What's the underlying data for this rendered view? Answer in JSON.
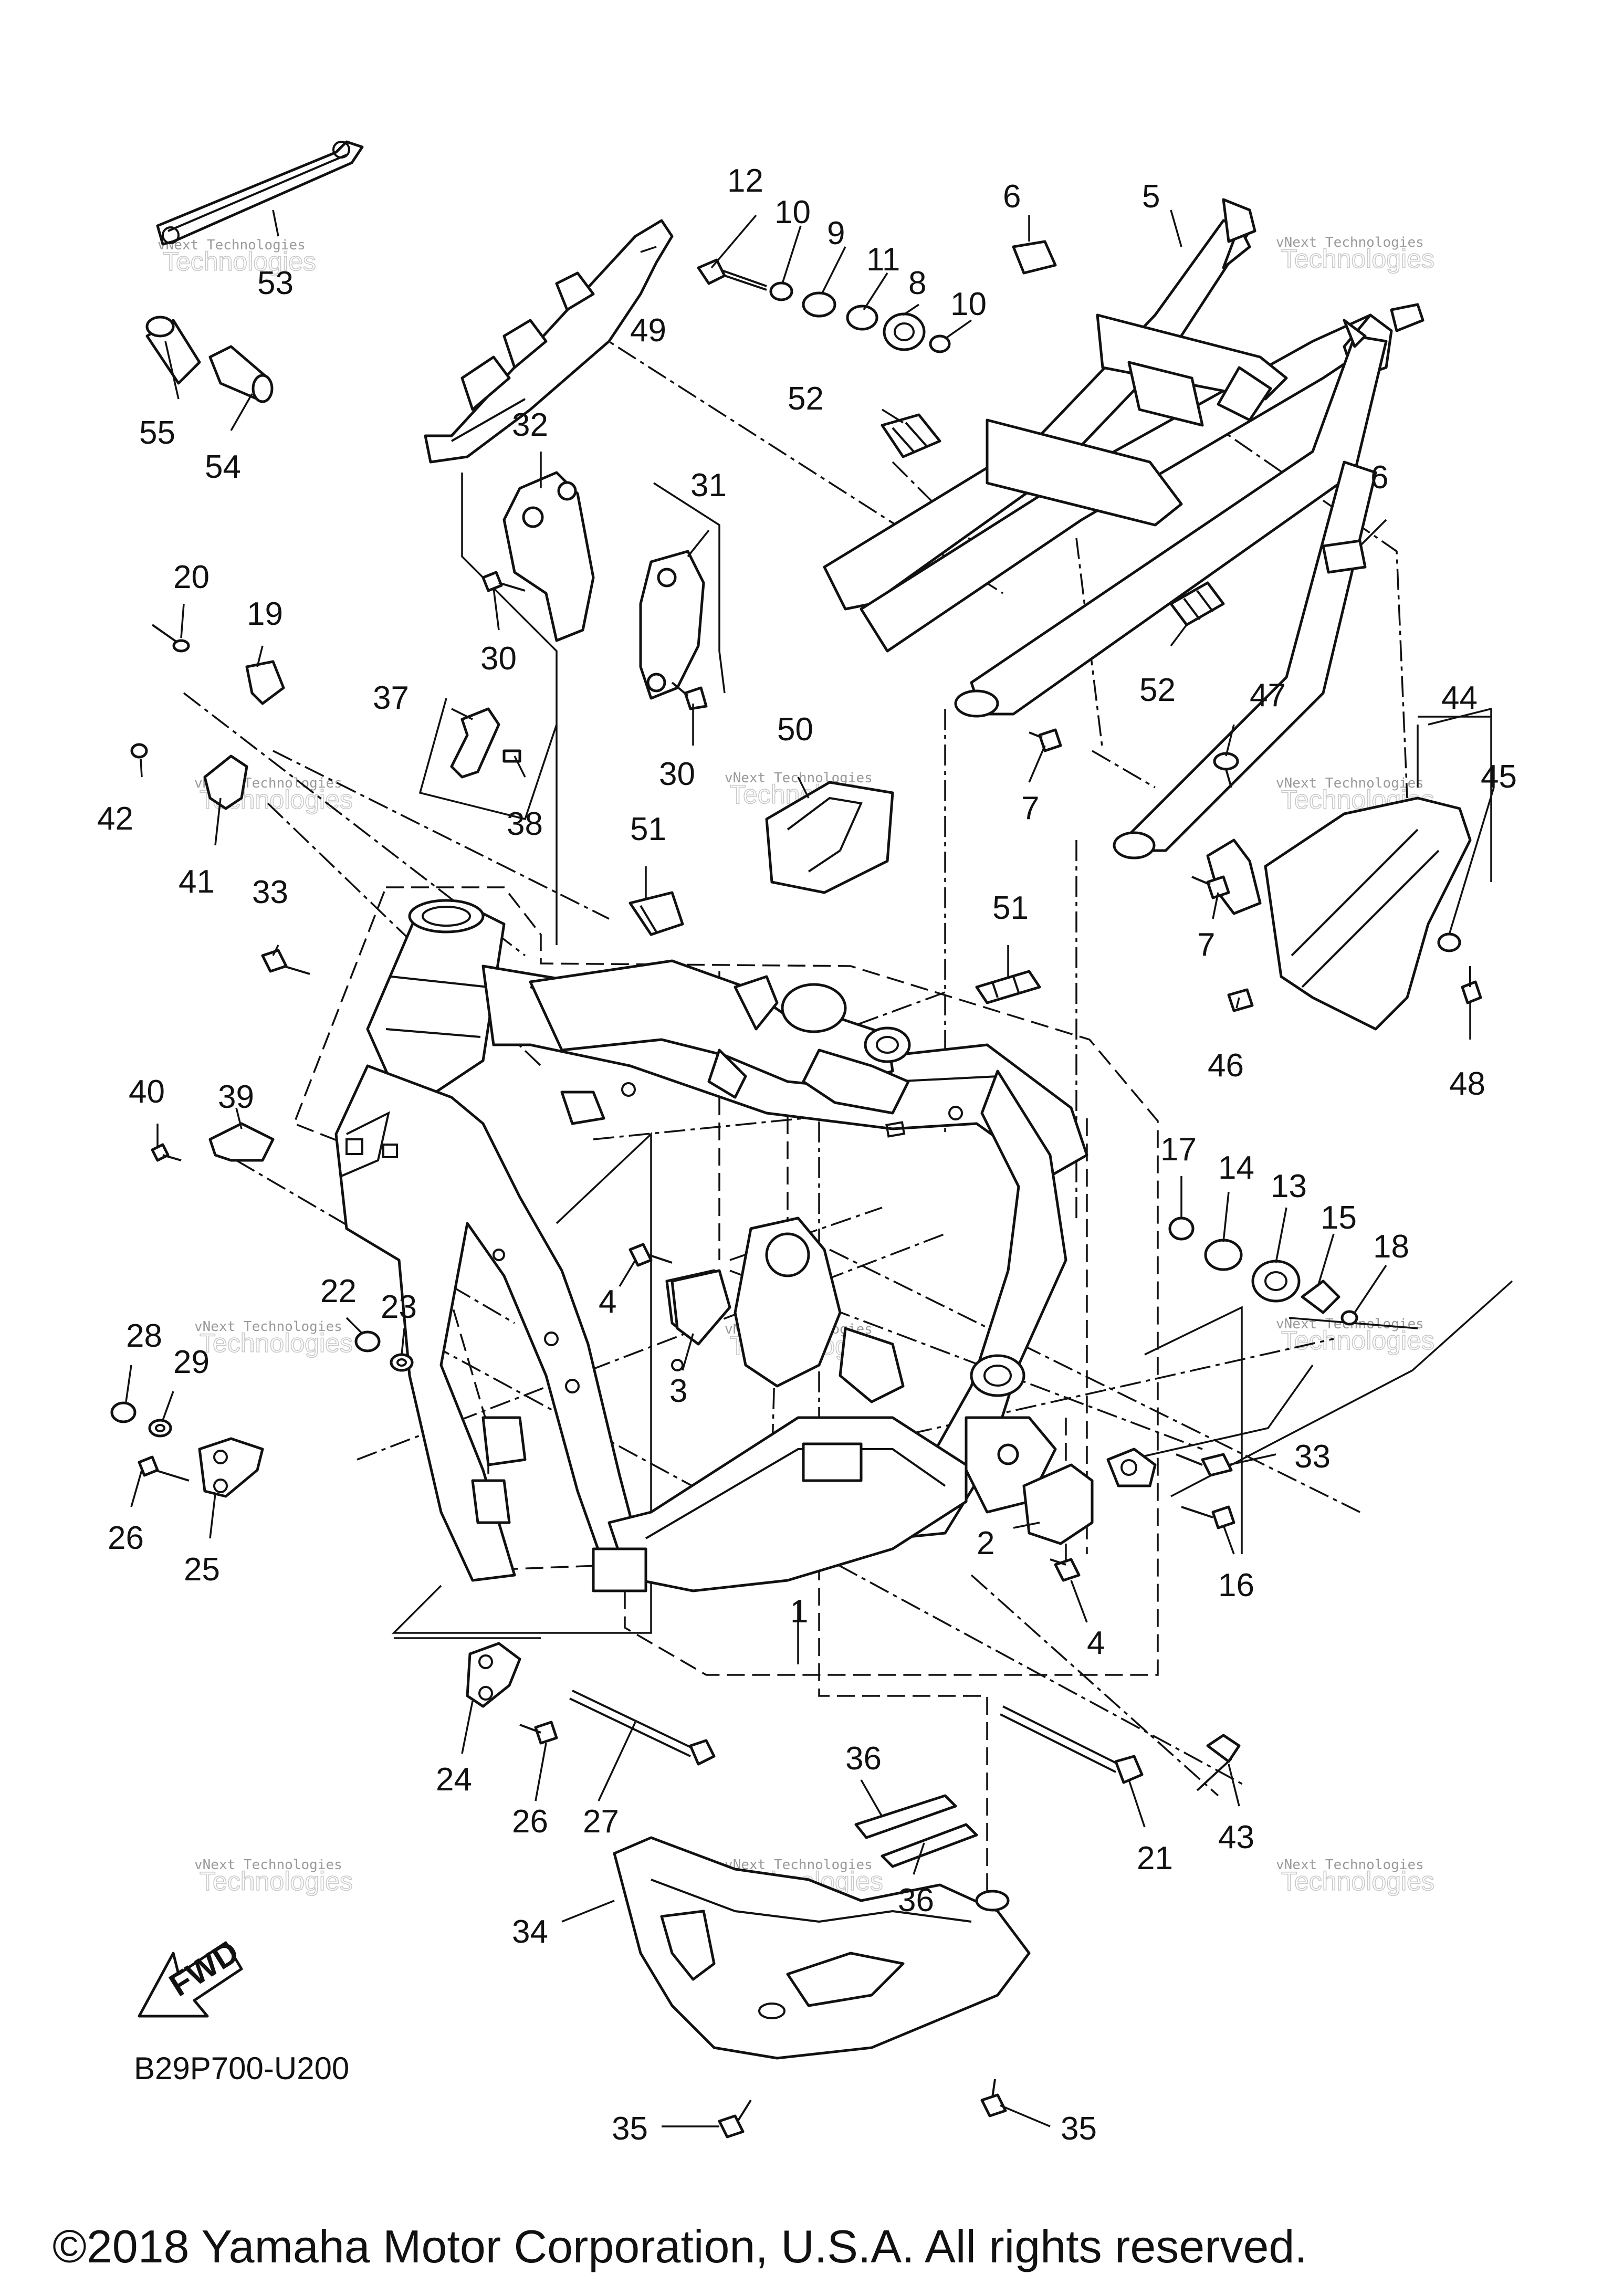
{
  "diagram": {
    "callouts": [
      {
        "id": "c1",
        "text": "1"
      },
      {
        "id": "c2",
        "text": "2"
      },
      {
        "id": "c3",
        "text": "3"
      },
      {
        "id": "c4a",
        "text": "4"
      },
      {
        "id": "c4b",
        "text": "4"
      },
      {
        "id": "c5",
        "text": "5"
      },
      {
        "id": "c6a",
        "text": "6"
      },
      {
        "id": "c6b",
        "text": "6"
      },
      {
        "id": "c7a",
        "text": "7"
      },
      {
        "id": "c7b",
        "text": "7"
      },
      {
        "id": "c8",
        "text": "8"
      },
      {
        "id": "c9",
        "text": "9"
      },
      {
        "id": "c10a",
        "text": "10"
      },
      {
        "id": "c10b",
        "text": "10"
      },
      {
        "id": "c11",
        "text": "11"
      },
      {
        "id": "c12",
        "text": "12"
      },
      {
        "id": "c13",
        "text": "13"
      },
      {
        "id": "c14",
        "text": "14"
      },
      {
        "id": "c15",
        "text": "15"
      },
      {
        "id": "c16",
        "text": "16"
      },
      {
        "id": "c17",
        "text": "17"
      },
      {
        "id": "c18",
        "text": "18"
      },
      {
        "id": "c19",
        "text": "19"
      },
      {
        "id": "c20",
        "text": "20"
      },
      {
        "id": "c21",
        "text": "21"
      },
      {
        "id": "c22",
        "text": "22"
      },
      {
        "id": "c23",
        "text": "23"
      },
      {
        "id": "c24",
        "text": "24"
      },
      {
        "id": "c25",
        "text": "25"
      },
      {
        "id": "c26a",
        "text": "26"
      },
      {
        "id": "c26b",
        "text": "26"
      },
      {
        "id": "c27",
        "text": "27"
      },
      {
        "id": "c28",
        "text": "28"
      },
      {
        "id": "c29",
        "text": "29"
      },
      {
        "id": "c30a",
        "text": "30"
      },
      {
        "id": "c30b",
        "text": "30"
      },
      {
        "id": "c31",
        "text": "31"
      },
      {
        "id": "c32",
        "text": "32"
      },
      {
        "id": "c33a",
        "text": "33"
      },
      {
        "id": "c33b",
        "text": "33"
      },
      {
        "id": "c34",
        "text": "34"
      },
      {
        "id": "c35a",
        "text": "35"
      },
      {
        "id": "c35b",
        "text": "35"
      },
      {
        "id": "c36a",
        "text": "36"
      },
      {
        "id": "c36b",
        "text": "36"
      },
      {
        "id": "c37",
        "text": "37"
      },
      {
        "id": "c38",
        "text": "38"
      },
      {
        "id": "c39",
        "text": "39"
      },
      {
        "id": "c40",
        "text": "40"
      },
      {
        "id": "c41",
        "text": "41"
      },
      {
        "id": "c42",
        "text": "42"
      },
      {
        "id": "c43",
        "text": "43"
      },
      {
        "id": "c44",
        "text": "44"
      },
      {
        "id": "c45",
        "text": "45"
      },
      {
        "id": "c46",
        "text": "46"
      },
      {
        "id": "c47",
        "text": "47"
      },
      {
        "id": "c48",
        "text": "48"
      },
      {
        "id": "c49",
        "text": "49"
      },
      {
        "id": "c50",
        "text": "50"
      },
      {
        "id": "c51a",
        "text": "51"
      },
      {
        "id": "c51b",
        "text": "51"
      },
      {
        "id": "c52a",
        "text": "52"
      },
      {
        "id": "c52b",
        "text": "52"
      },
      {
        "id": "c53",
        "text": "53"
      },
      {
        "id": "c54",
        "text": "54"
      },
      {
        "id": "c55",
        "text": "55"
      }
    ],
    "fwd_label": "FWD",
    "diagram_code": "B29P700-U200",
    "watermark": {
      "line1": "vNext Technologies",
      "line2": "Technologies"
    },
    "copyright": "©2018 Yamaha Motor Corporation, U.S.A. All rights reserved."
  }
}
